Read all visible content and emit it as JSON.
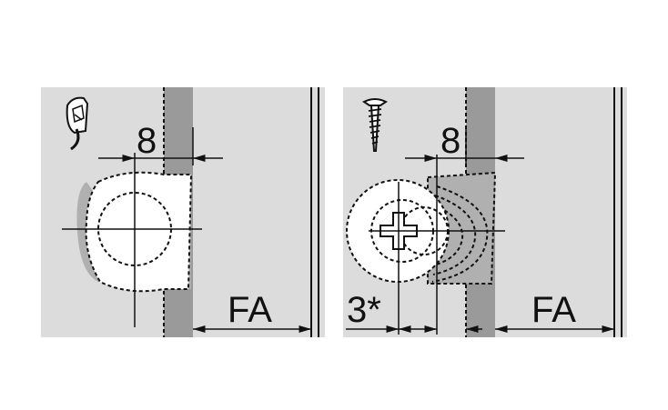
{
  "panels": [
    {
      "id": "left",
      "icon": "cam-dowel-icon",
      "dimension_top": "8",
      "dimension_bottom": "FA"
    },
    {
      "id": "right",
      "icon": "screw-icon",
      "dimension_top": "8",
      "dimension_bottom_left": "3*",
      "dimension_bottom": "FA"
    }
  ],
  "colors": {
    "panel_bg": "#dcdcdc",
    "board": "#9a9a9a",
    "hatch": "#b8b8b8",
    "line": "#111111",
    "white": "#ffffff"
  }
}
